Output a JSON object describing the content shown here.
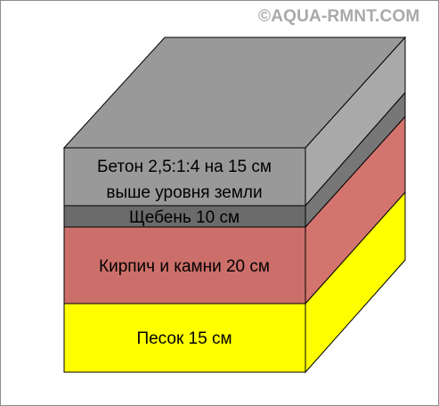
{
  "watermark": "©AQUA-RMNT.COM",
  "layers": {
    "concrete": {
      "line1": "Бетон 2,5:1:4 на 15 см",
      "line2": "выше уровня земли",
      "color_front": "#999999",
      "color_side": "#a9a9a9",
      "color_top": "#999999"
    },
    "gravel": {
      "label": "Щебень 10 см",
      "color_front": "#6b6b6b",
      "color_side": "#777777"
    },
    "brick": {
      "label": "Кирпич и камни 20 см",
      "color_front": "#cc6f6a",
      "color_side": "#d4746e"
    },
    "sand": {
      "label": "Песок 15 см",
      "color_front": "#ffff00",
      "color_side": "#ffff00"
    }
  }
}
